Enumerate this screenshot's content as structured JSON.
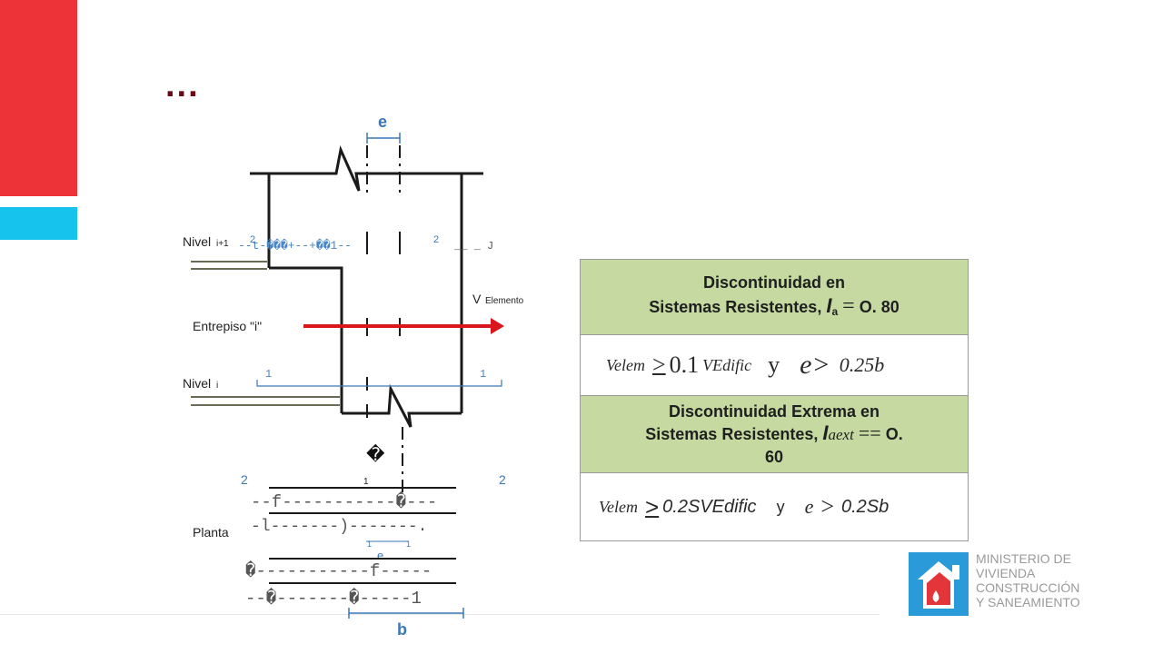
{
  "slide": {
    "ellipsis": "...",
    "diagram": {
      "label_e_top": "e",
      "label_nivel_i1": "Nivel",
      "label_nivel_i1_sub": "i+1",
      "label_nivel_i": "Nivel",
      "label_nivel_i_sub": "i",
      "label_entrepiso": "Entrepiso \"i\"",
      "label_velemento": "V",
      "label_velemento_sub": "Elemento",
      "label_planta": "Planta",
      "label_b": "b",
      "label_e_plan": "e",
      "dim_2_left": "2",
      "dim_2_right": "2",
      "dim_1_left": "1",
      "dim_1_right": "1",
      "plan_2_left": "2",
      "plan_2_right": "2",
      "plan_1_mid": "1",
      "plan_1_a": "1",
      "plan_1_b": "1",
      "garbled_1": "--t-���+--+��1--",
      "garbled_1_end": "__ _ J",
      "garbled_2": "--f-----------�---",
      "garbled_3": "-l-------)-------.",
      "garbled_4": "�-----------f-----",
      "garbled_5": "--�-------�-----1",
      "question_mark_glyph": "�",
      "colors": {
        "structure": "#1a1a1a",
        "dimension": "#3a78b8",
        "arrow": "#d9161c",
        "slab": "#6a6a55"
      }
    },
    "table": {
      "header1_line1": "Discontinuidad en",
      "header1_line2_text": "Sistemas Resistentes,",
      "header1_I": "I",
      "header1_sub": "a",
      "header1_eq": "=",
      "header1_val": "O. 80",
      "row1": {
        "velem": "Velem",
        "op": ">",
        "coef": "0.1",
        "vedific": "VEdific",
        "y": "y",
        "e": "e>",
        "rhs": "0.25b"
      },
      "header2_line1": "Discontinuidad Extrema en",
      "header2_line2_text": "Sistemas Resistentes,",
      "header2_I": "I",
      "header2_sub": "aext",
      "header2_eq": "==",
      "header2_val": "O.",
      "header2_line3": "60",
      "row2": {
        "velem": "Velem",
        "op": ">",
        "rhs_v": "0.2SVEdific",
        "y": "y",
        "e": "e",
        "op2": ">",
        "rhs": "0.2Sb"
      }
    },
    "ministry": {
      "line1": "MINISTERIO DE",
      "line2": "VIVIENDA",
      "line3": "CONSTRUCCIÓN",
      "line4": "Y SANEAMIENTO",
      "logo_colors": [
        "#2a9bd8",
        "#e4353a"
      ]
    }
  }
}
